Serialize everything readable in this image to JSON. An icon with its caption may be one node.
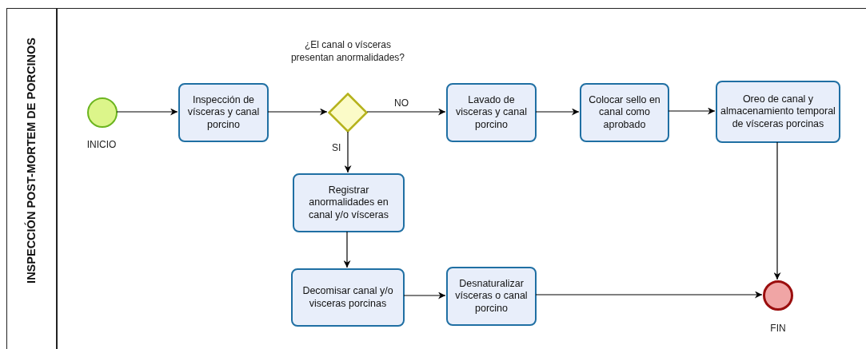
{
  "diagram": {
    "nodes": [
      {
        "text": [
          "INSPECCIÓN POST-MORTEM DE PORCINOS"
        ]
      },
      {
        "text": [],
        "shape": "circle",
        "beside": [
          "INICIO"
        ],
        "in": 0
      },
      {
        "text": [
          "Inspección de vísceras y canal porcino"
        ],
        "in": 0
      },
      {
        "text": [],
        "shape": "diamond",
        "beside": [
          "¿El canal o vísceras presentan anormalidades?"
        ],
        "in": 0
      },
      {
        "text": [
          "Lavado de visceras y canal porcino"
        ],
        "in": 0
      },
      {
        "text": [
          "Colocar sello en canal como aprobado"
        ],
        "in": 0
      },
      {
        "text": [
          "Oreo de canal y almacenamiento temporal de vísceras porcinas"
        ],
        "in": 0
      },
      {
        "text": [
          "Registrar anormalidades en canal y/o vísceras"
        ],
        "in": 0
      },
      {
        "text": [
          "Decomisar canal y/o visceras porcinas"
        ],
        "in": 0
      },
      {
        "text": [
          "Desnaturalizar vísceras o canal porcino"
        ],
        "in": 0
      },
      {
        "text": [],
        "shape": "circle",
        "beside": [
          "FIN"
        ],
        "in": 0
      }
    ],
    "edges": [
      {
        "from": 1,
        "to": 2,
        "arrow": "to"
      },
      {
        "from": 2,
        "to": 3,
        "arrow": "to"
      },
      {
        "from": 3,
        "to": 4,
        "arrow": "to",
        "label": "NO"
      },
      {
        "from": 3,
        "to": 7,
        "arrow": "to",
        "label": "SI"
      },
      {
        "from": 4,
        "to": 5,
        "arrow": "to"
      },
      {
        "from": 5,
        "to": 6,
        "arrow": "to"
      },
      {
        "from": 6,
        "to": 10,
        "arrow": "to"
      },
      {
        "from": 7,
        "to": 8,
        "arrow": "to"
      },
      {
        "from": 8,
        "to": 9,
        "arrow": "to"
      },
      {
        "from": 9,
        "to": 10,
        "arrow": "to"
      }
    ]
  }
}
